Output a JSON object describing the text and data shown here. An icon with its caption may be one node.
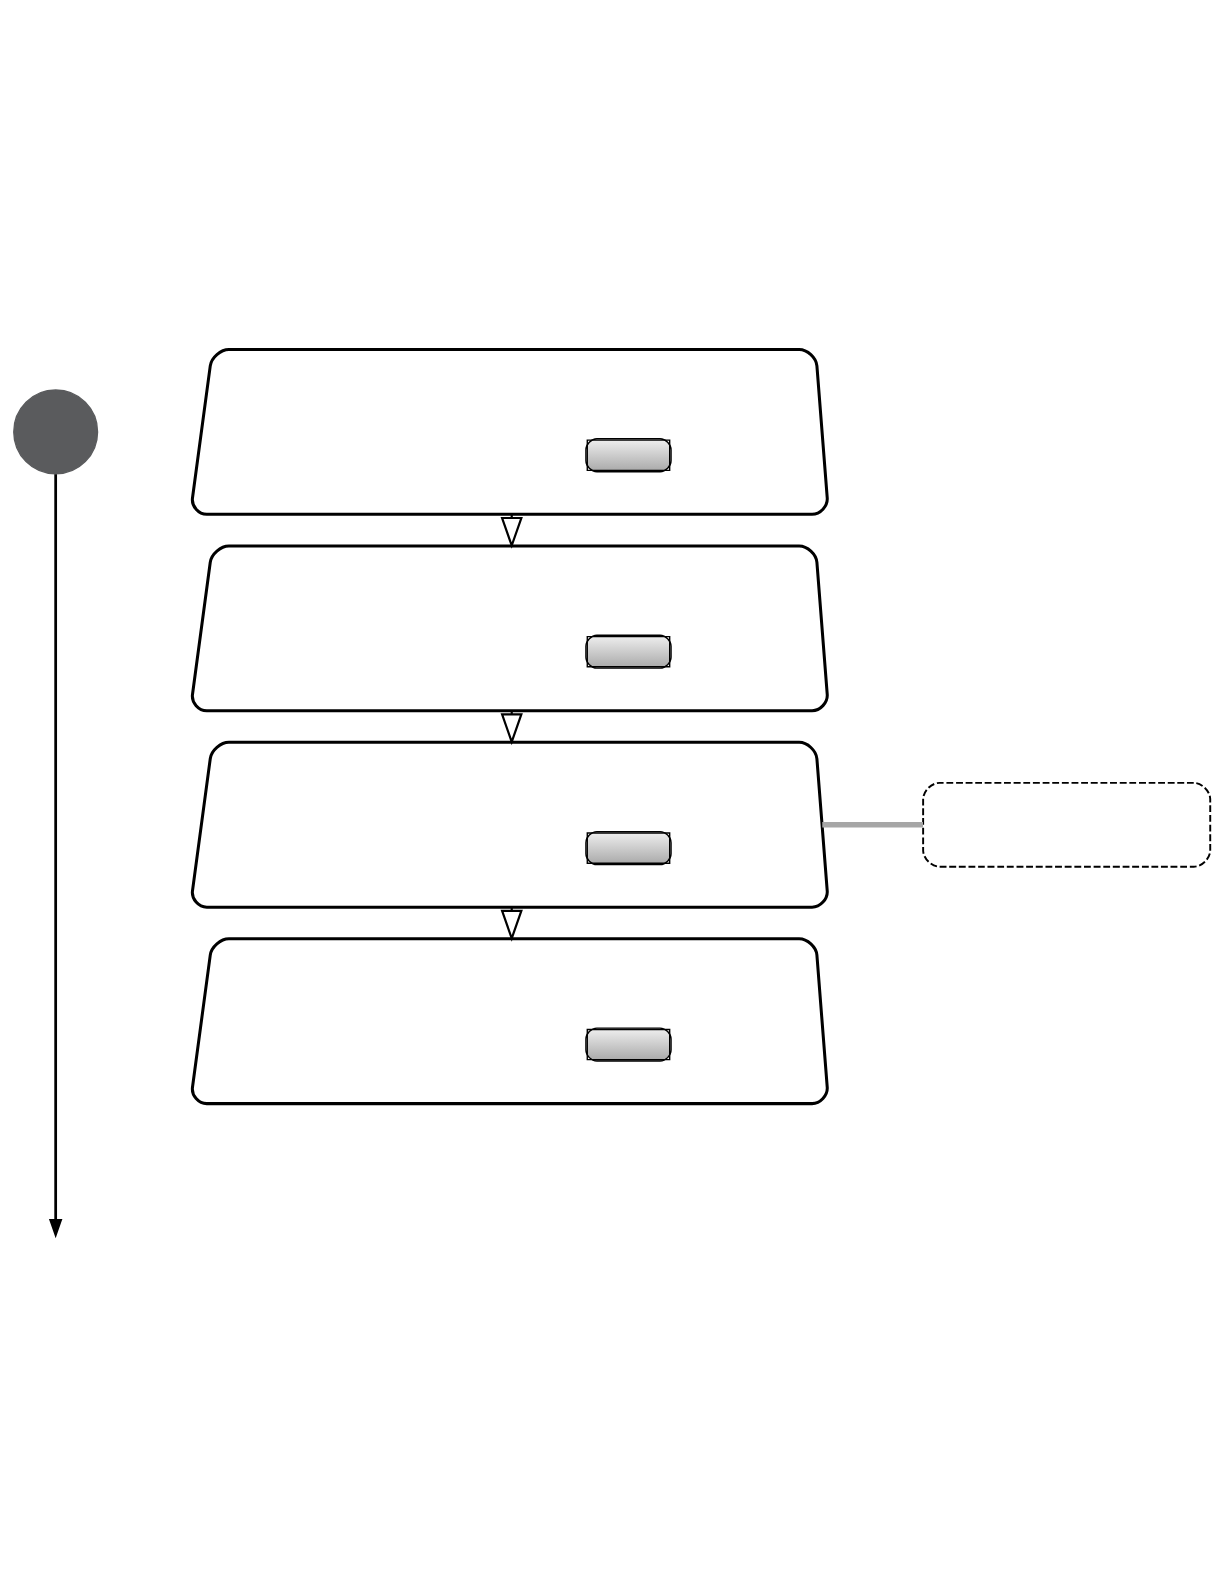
{
  "diagram": {
    "nodes": [
      {
        "text": [],
        "shape": "circle"
      },
      {
        "text": [],
        "shape": "mirror"
      },
      {
        "text": [],
        "shape": "mirror"
      },
      {
        "text": [],
        "shape": "mirror"
      },
      {
        "text": [],
        "shape": "mirror"
      },
      {
        "text": [],
        "shape": "box"
      }
    ],
    "edges": [
      {
        "from": 0,
        "to": null,
        "arrow": "to"
      },
      {
        "from": 1,
        "to": 2,
        "arrow": "to"
      },
      {
        "from": 2,
        "to": 3,
        "arrow": "to"
      },
      {
        "from": 3,
        "to": 4,
        "arrow": "to"
      },
      {
        "from": 3,
        "to": 5,
        "arrow": "none",
        "style": "thick",
        "color": "#a6a6a6"
      }
    ]
  }
}
